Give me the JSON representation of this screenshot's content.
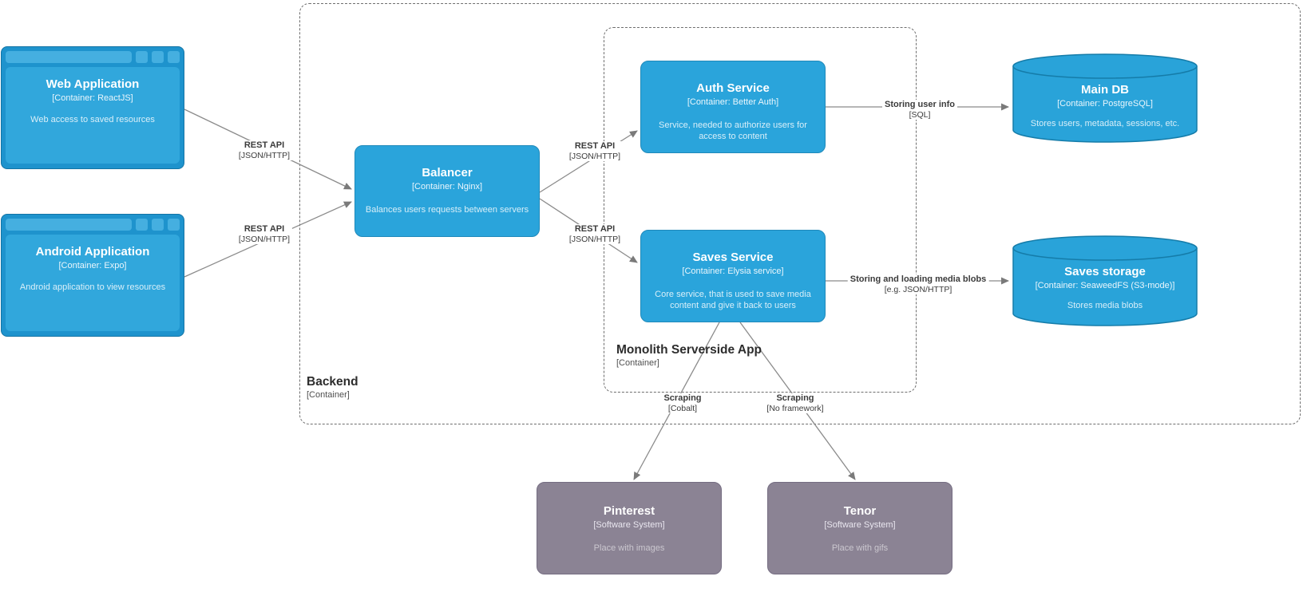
{
  "diagram": {
    "colors": {
      "container_blue": "#2aa4db",
      "container_blue_border": "#1f89ba",
      "external_gray": "#8b8394",
      "edge_gray": "#8b8b8b",
      "boundary_gray": "#6e6e6e"
    },
    "boundaries": {
      "backend": {
        "title": "Backend",
        "subtitle": "[Container]"
      },
      "monolith": {
        "title": "Monolith Serverside App",
        "subtitle": "[Container]"
      }
    },
    "nodes": {
      "web_app": {
        "shape": "browser",
        "title": "Web Application",
        "subtitle": "[Container: ReactJS]",
        "description": "Web access to saved resources"
      },
      "android_app": {
        "shape": "browser",
        "title": "Android Application",
        "subtitle": "[Container: Expo]",
        "description": "Android application to view resources"
      },
      "balancer": {
        "shape": "rect",
        "title": "Balancer",
        "subtitle": "[Container: Nginx]",
        "description": "Balances users requests between servers"
      },
      "auth_service": {
        "shape": "rect",
        "title": "Auth Service",
        "subtitle": "[Container: Better Auth]",
        "description": "Service, needed to authorize users for access to content"
      },
      "saves_service": {
        "shape": "rect",
        "title": "Saves Service",
        "subtitle": "[Container: Elysia service]",
        "description": "Core service, that is used to save media content and give it back to users"
      },
      "main_db": {
        "shape": "cylinder",
        "title": "Main DB",
        "subtitle": "[Container: PostgreSQL]",
        "description": "Stores users, metadata, sessions, etc."
      },
      "saves_storage": {
        "shape": "cylinder",
        "title": "Saves storage",
        "subtitle": "[Container: SeaweedFS (S3-mode)]",
        "description": "Stores media blobs"
      },
      "pinterest": {
        "shape": "gray",
        "title": "Pinterest",
        "subtitle": "[Software System]",
        "description": "Place with images"
      },
      "tenor": {
        "shape": "gray",
        "title": "Tenor",
        "subtitle": "[Software System]",
        "description": "Place with gifs"
      }
    },
    "edges": [
      {
        "from": "web_app",
        "to": "balancer",
        "label": "REST API",
        "tech": "[JSON/HTTP]"
      },
      {
        "from": "android_app",
        "to": "balancer",
        "label": "REST API",
        "tech": "[JSON/HTTP]"
      },
      {
        "from": "balancer",
        "to": "auth_service",
        "label": "REST API",
        "tech": "[JSON/HTTP]"
      },
      {
        "from": "balancer",
        "to": "saves_service",
        "label": "REST API",
        "tech": "[JSON/HTTP]"
      },
      {
        "from": "auth_service",
        "to": "main_db",
        "label": "Storing user info",
        "tech": "[SQL]"
      },
      {
        "from": "saves_service",
        "to": "saves_storage",
        "label": "Storing and loading media blobs",
        "tech": "[e.g. JSON/HTTP]"
      },
      {
        "from": "saves_service",
        "to": "pinterest",
        "label": "Scraping",
        "tech": "[Cobalt]"
      },
      {
        "from": "saves_service",
        "to": "tenor",
        "label": "Scraping",
        "tech": "[No framework]"
      }
    ]
  }
}
